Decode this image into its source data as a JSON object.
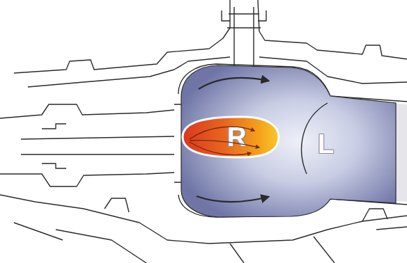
{
  "diagram": {
    "nodes": [
      {
        "text": [
          "L"
        ]
      },
      {
        "text": [
          "R"
        ],
        "in": 0
      }
    ]
  }
}
